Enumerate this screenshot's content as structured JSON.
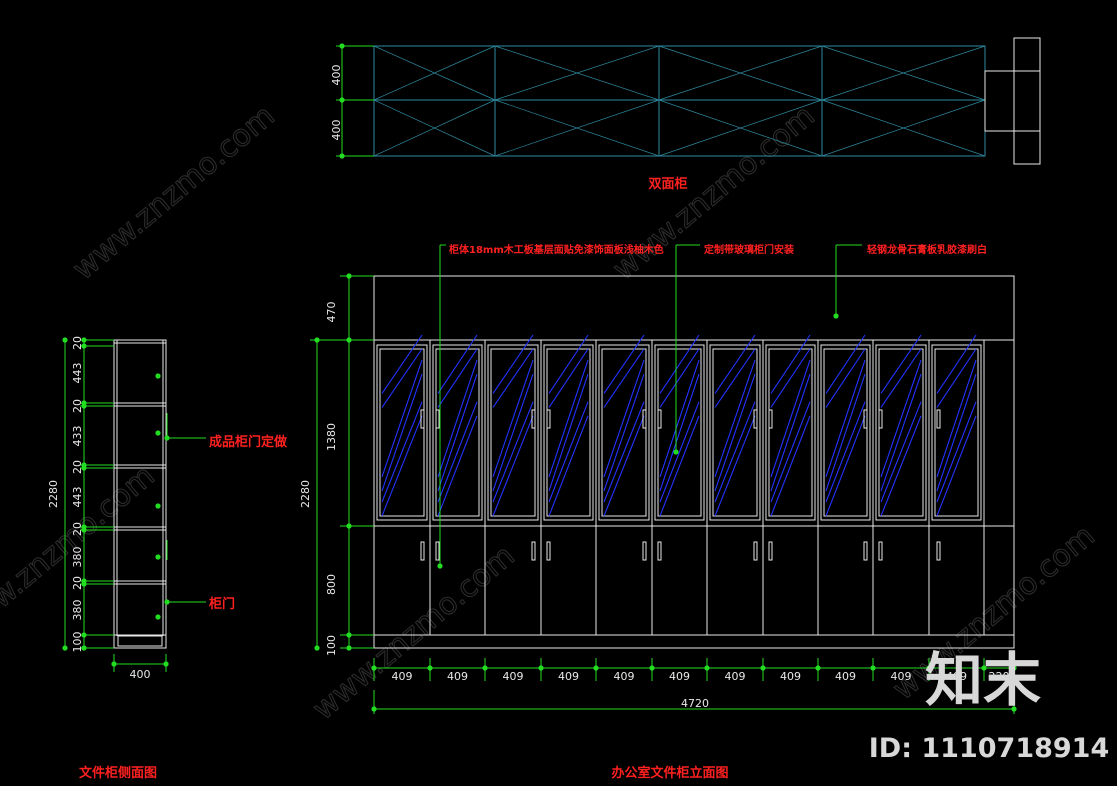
{
  "colors": {
    "background": "#000000",
    "line": "#e8e8e8",
    "dim": "#22dd22",
    "label_red": "#ff2020",
    "plan_line": "#2e8aa0",
    "glass_hatch": "#2233ff"
  },
  "plan": {
    "title": "双面柜",
    "dims": [
      "400",
      "400"
    ]
  },
  "elevation": {
    "title": "办公室文件柜立面图",
    "callouts": [
      "柜体18mm木工板基层面贴免漆饰面板浅柚木色",
      "定制带玻璃柜门安装",
      "轻钢龙骨石膏板乳胶漆刷白"
    ],
    "vertical_dims": [
      "470",
      "1380",
      "800",
      "100"
    ],
    "total_height": "2280",
    "bottom_dims": [
      "409",
      "409",
      "409",
      "409",
      "409",
      "409",
      "409",
      "409",
      "409",
      "409",
      "409",
      "220"
    ],
    "total_width": "4720"
  },
  "section": {
    "title": "文件柜侧面图",
    "labels": [
      "成品柜门定做",
      "柜门"
    ],
    "vertical_dims": [
      "20",
      "443",
      "20",
      "433",
      "20",
      "443",
      "20",
      "380",
      "20",
      "380",
      "100"
    ],
    "total_height": "2280",
    "width": "400"
  },
  "branding": {
    "logo_text": "知末",
    "id_text": "ID: 1110718914",
    "watermark": "www.znzmo.com"
  }
}
